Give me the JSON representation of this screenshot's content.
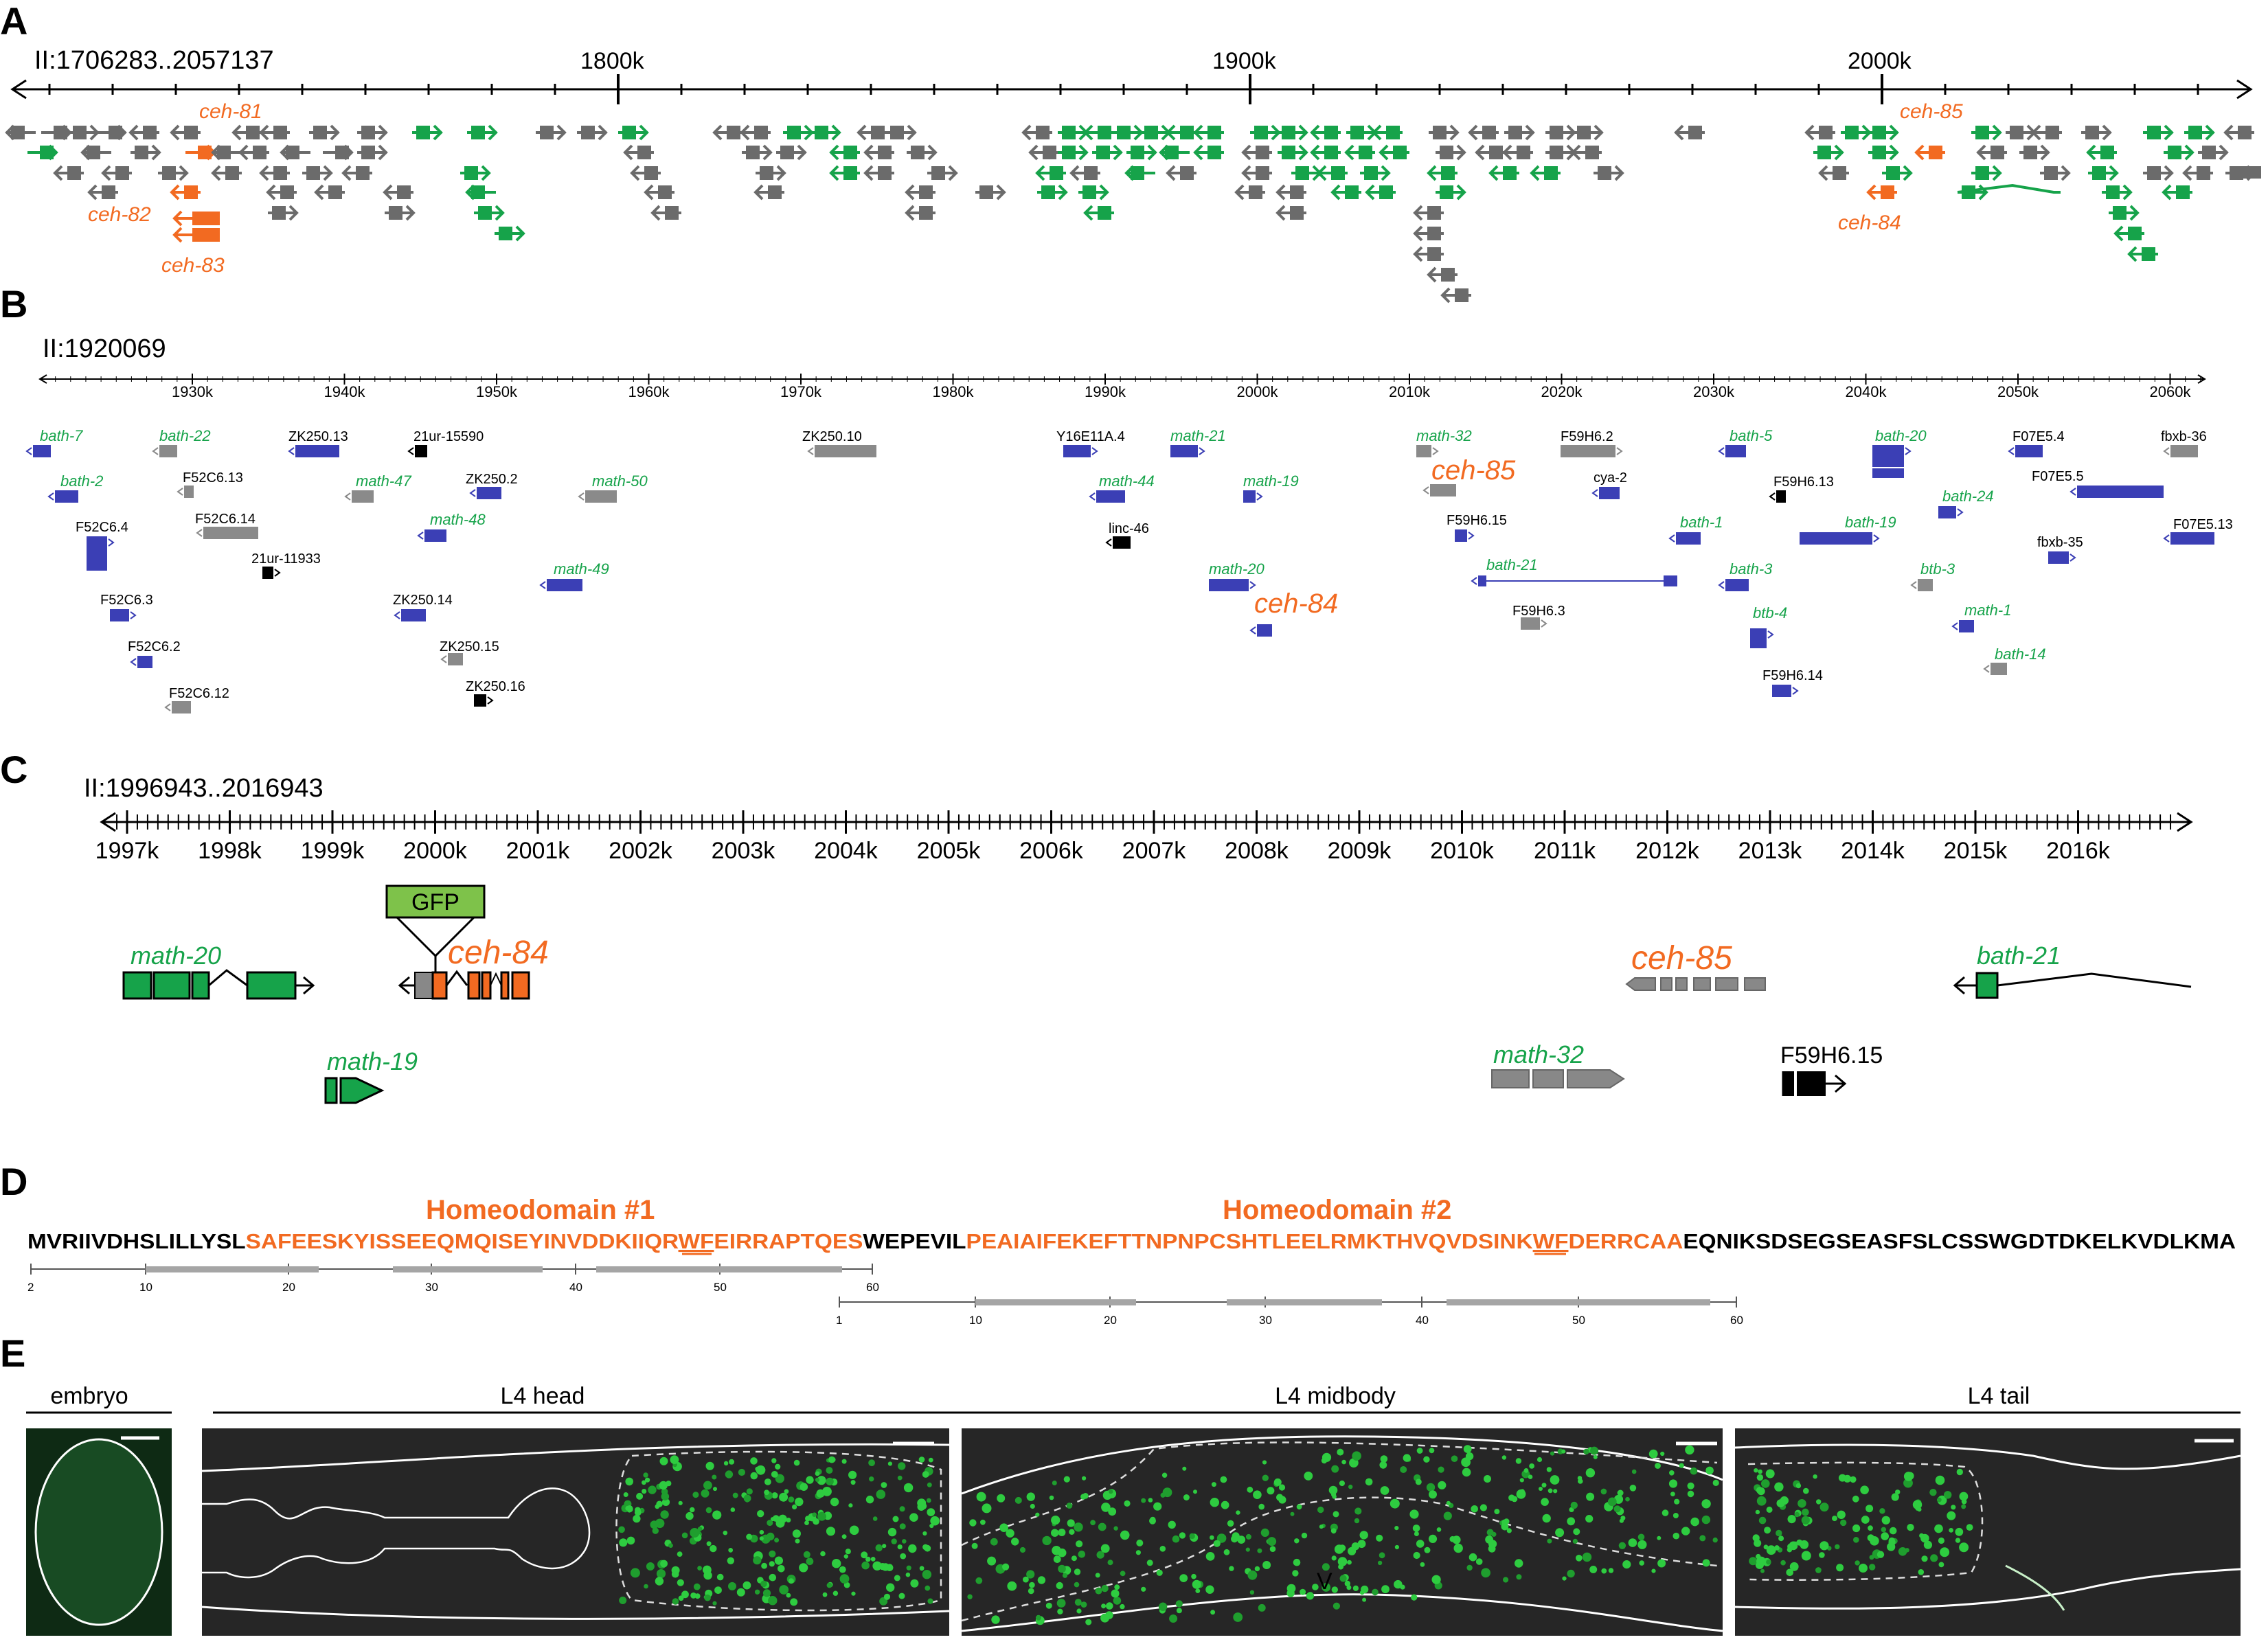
{
  "colors": {
    "orange": "#f26a21",
    "green": "#16a34a",
    "grey": "#6b6b6b",
    "blue": "#3b3fb5",
    "black": "#000000",
    "micro_bg": "#1c1c1c",
    "gfp_fill": "#7ec24a"
  },
  "panelA": {
    "letter": "A",
    "coords": "II:1706283..2057137",
    "ticks": [
      "1800k",
      "1900k",
      "2000k"
    ],
    "labels": [
      "ceh-81",
      "ceh-82",
      "ceh-83",
      "ceh-84",
      "ceh-85"
    ]
  },
  "panelB": {
    "letter": "B",
    "coords": "II:1920069",
    "ticks": [
      "1930k",
      "1940k",
      "1950k",
      "1960k",
      "1970k",
      "1980k",
      "1990k",
      "2000k",
      "2010k",
      "2020k",
      "2030k",
      "2040k",
      "2050k",
      "2060k"
    ],
    "genes": {
      "bath7": "bath-7",
      "bath22": "bath-22",
      "zk250_13": "ZK250.13",
      "ur15590": "21ur-15590",
      "zk250_10": "ZK250.10",
      "y16e11a4": "Y16E11A.4",
      "math21": "math-21",
      "math32": "math-32",
      "f59h6_2": "F59H6.2",
      "bath5": "bath-5",
      "bath20": "bath-20",
      "f07e5_4": "F07E5.4",
      "fbxb36": "fbxb-36",
      "bath2": "bath-2",
      "f52c6_13": "F52C6.13",
      "math47": "math-47",
      "zk250_2": "ZK250.2",
      "math50": "math-50",
      "math44": "math-44",
      "math19": "math-19",
      "ceh85": "ceh-85",
      "cya2": "cya-2",
      "f59h6_13": "F59H6.13",
      "f07e5_5": "F07E5.5",
      "f52c6_14": "F52C6.14",
      "math48": "math-48",
      "bath24": "bath-24",
      "f52c6_4": "F52C6.4",
      "linc46": "linc-46",
      "f59h6_15": "F59H6.15",
      "bath1": "bath-1",
      "bath19": "bath-19",
      "f07e5_13": "F07E5.13",
      "ur11933": "21ur-11933",
      "math49": "math-49",
      "fbxb35": "fbxb-35",
      "math20": "math-20",
      "bath21": "bath-21",
      "bath3": "bath-3",
      "btb3": "btb-3",
      "f52c6_3": "F52C6.3",
      "zk250_14": "ZK250.14",
      "ceh84": "ceh-84",
      "f59h6_3": "F59H6.3",
      "btb4": "btb-4",
      "math1": "math-1",
      "f52c6_2": "F52C6.2",
      "zk250_15": "ZK250.15",
      "bath14": "bath-14",
      "zk250_16": "ZK250.16",
      "f59h6_14": "F59H6.14",
      "f52c6_12": "F52C6.12"
    }
  },
  "panelC": {
    "letter": "C",
    "coords": "II:1996943..2016943",
    "ticks": [
      "1997k",
      "1998k",
      "1999k",
      "2000k",
      "2001k",
      "2002k",
      "2003k",
      "2004k",
      "2005k",
      "2006k",
      "2007k",
      "2008k",
      "2009k",
      "2010k",
      "2011k",
      "2012k",
      "2013k",
      "2014k",
      "2015k",
      "2016k"
    ],
    "genes": {
      "math20": "math-20",
      "gfp": "GFP",
      "ceh84": "ceh-84",
      "ceh85": "ceh-85",
      "bath21": "bath-21",
      "math19": "math-19",
      "math32": "math-32",
      "f59h6_15": "F59H6.15"
    }
  },
  "panelD": {
    "letter": "D",
    "hd1": "Homeodomain #1",
    "hd2": "Homeodomain #2",
    "seq_a": "MVRIIVDHSLILLYSL",
    "seq_b": "SAFEESKYISSEEQMQISEYINVDDKIIQR",
    "seq_c": "WF",
    "seq_d": "EIRRAPTQES",
    "seq_e": "WEPEVIL",
    "seq_f": "PEAIAIFEKEFTTNPNPCSHTLEELRMKTHVQVDSINK",
    "seq_g": "WF",
    "seq_h": "DERRCAA",
    "seq_i": "EQNIKSDSEGSEASFSLCSSWGDTDKELKVDLKMA",
    "scale1": [
      "2",
      "10",
      "20",
      "30",
      "40",
      "50",
      "60"
    ],
    "scale2": [
      "1",
      "10",
      "20",
      "30",
      "40",
      "50",
      "60"
    ]
  },
  "panelE": {
    "letter": "E",
    "embryo": "embryo",
    "head": "L4 head",
    "mid": "L4 midbody",
    "tail": "L4 tail",
    "v": "V"
  }
}
